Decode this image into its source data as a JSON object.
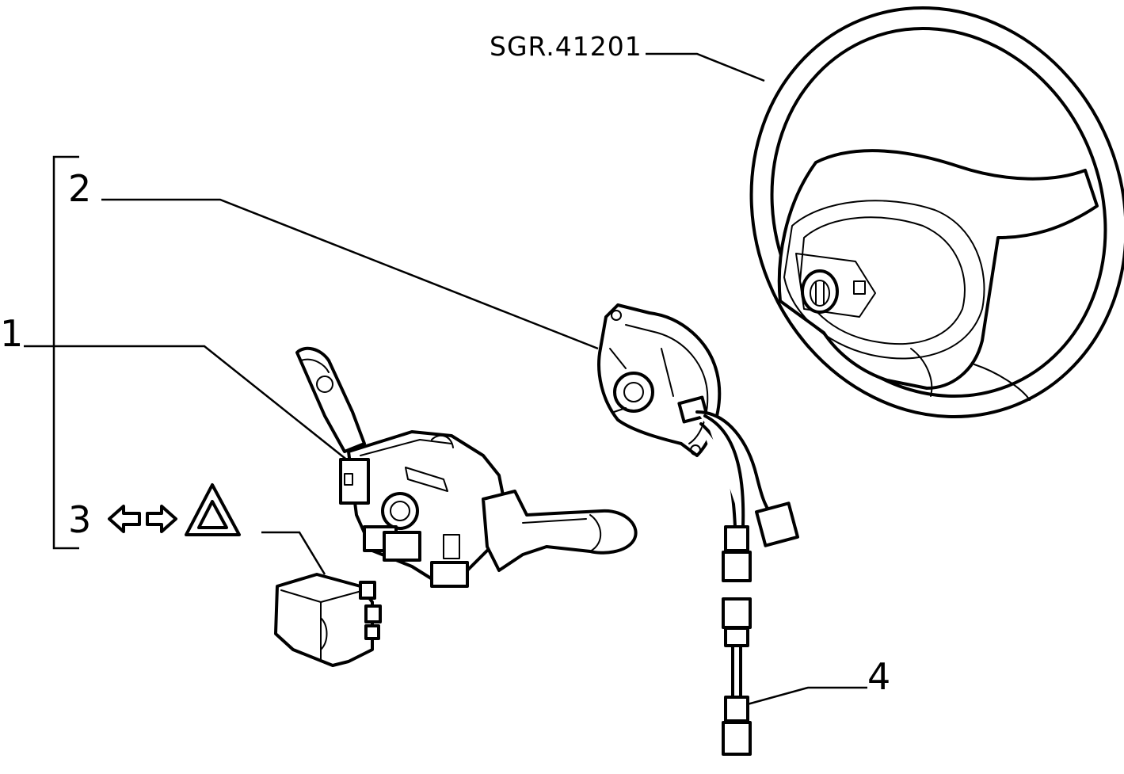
{
  "reference_code": "SGR.41201",
  "callouts": {
    "item_1": "1",
    "item_2": "2",
    "item_3": "3",
    "item_4": "4"
  },
  "icons": {
    "item_3_symbols": [
      "arrow-left-icon",
      "arrow-right-icon",
      "hazard-triangle-icon"
    ]
  },
  "colors": {
    "ink": "#000000",
    "paper": "#ffffff"
  }
}
